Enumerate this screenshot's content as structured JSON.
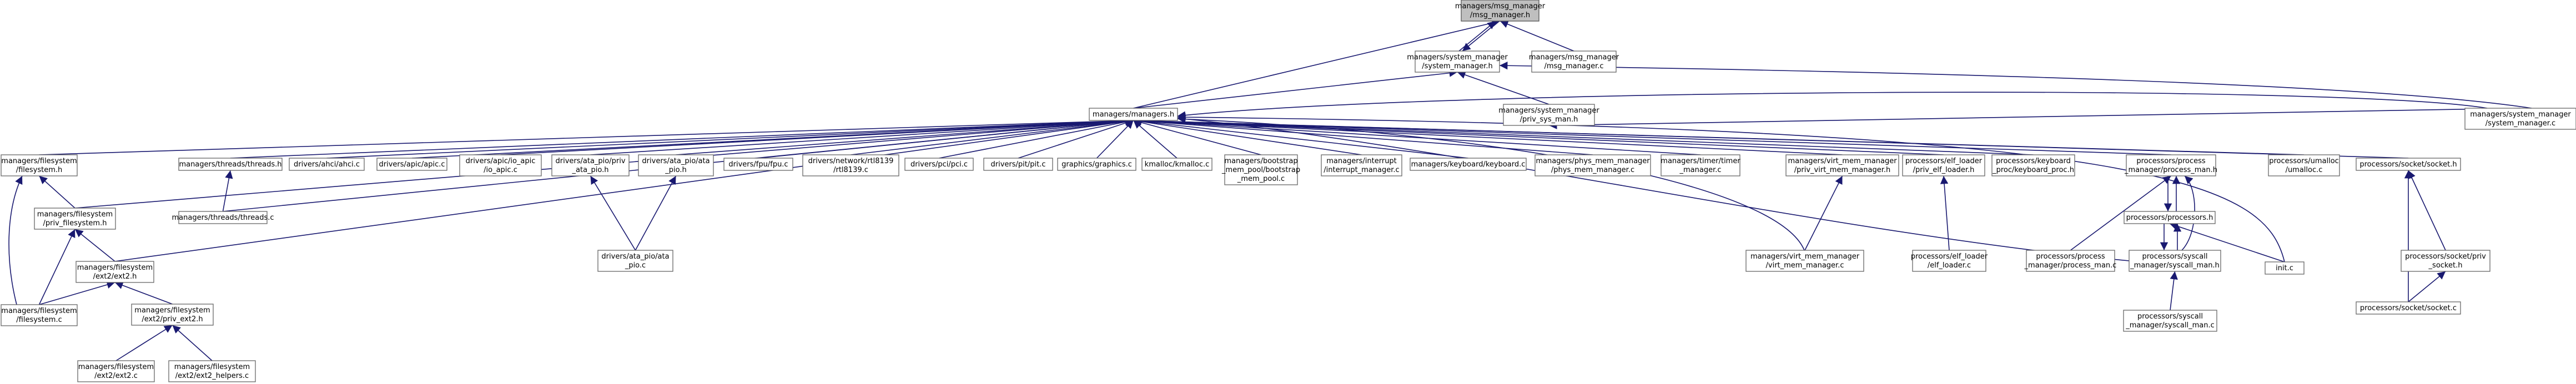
{
  "diagram": {
    "nodes": [
      {
        "id": "mm_h",
        "lines": [
          "managers/msg_manager",
          "/msg_manager.h"
        ],
        "root": true
      },
      {
        "id": "sm_h",
        "lines": [
          "managers/system_manager",
          "/system_manager.h"
        ]
      },
      {
        "id": "mm_c",
        "lines": [
          "managers/msg_manager",
          "/msg_manager.c"
        ]
      },
      {
        "id": "psm_h",
        "lines": [
          "managers/system_manager",
          "/priv_sys_man.h"
        ]
      },
      {
        "id": "mgr_h",
        "lines": [
          "managers/managers.h"
        ]
      },
      {
        "id": "sm_c",
        "lines": [
          "managers/system_manager",
          "/system_manager.c"
        ]
      },
      {
        "id": "fs_h",
        "lines": [
          "managers/filesystem",
          "/filesystem.h"
        ]
      },
      {
        "id": "thr_h",
        "lines": [
          "managers/threads/threads.h"
        ]
      },
      {
        "id": "ahci",
        "lines": [
          "drivers/ahci/ahci.c"
        ]
      },
      {
        "id": "apic",
        "lines": [
          "drivers/apic/apic.c"
        ]
      },
      {
        "id": "ioapic",
        "lines": [
          "drivers/apic/io_apic",
          "/io_apic.c"
        ]
      },
      {
        "id": "ata_priv",
        "lines": [
          "drivers/ata_pio/priv",
          "_ata_pio.h"
        ]
      },
      {
        "id": "ata_h",
        "lines": [
          "drivers/ata_pio/ata",
          "_pio.h"
        ]
      },
      {
        "id": "fpu",
        "lines": [
          "drivers/fpu/fpu.c"
        ]
      },
      {
        "id": "rtl",
        "lines": [
          "drivers/network/rtl8139",
          "/rtl8139.c"
        ]
      },
      {
        "id": "pci",
        "lines": [
          "drivers/pci/pci.c"
        ]
      },
      {
        "id": "pit",
        "lines": [
          "drivers/pit/pit.c"
        ]
      },
      {
        "id": "gfx",
        "lines": [
          "graphics/graphics.c"
        ]
      },
      {
        "id": "kmalloc",
        "lines": [
          "kmalloc/kmalloc.c"
        ]
      },
      {
        "id": "bootstrap",
        "lines": [
          "managers/bootstrap",
          "_mem_pool/bootstrap",
          "_mem_pool.c"
        ]
      },
      {
        "id": "intr",
        "lines": [
          "managers/interrupt",
          "/interrupt_manager.c"
        ]
      },
      {
        "id": "kbd",
        "lines": [
          "managers/keyboard/keyboard.c"
        ]
      },
      {
        "id": "phys",
        "lines": [
          "managers/phys_mem_manager",
          "/phys_mem_manager.c"
        ]
      },
      {
        "id": "timer",
        "lines": [
          "managers/timer/timer",
          "_manager.c"
        ]
      },
      {
        "id": "virt_priv",
        "lines": [
          "managers/virt_mem_manager",
          "/priv_virt_mem_manager.h"
        ]
      },
      {
        "id": "elf_priv",
        "lines": [
          "processors/elf_loader",
          "/priv_elf_loader.h"
        ]
      },
      {
        "id": "kbdproc",
        "lines": [
          "processors/keyboard",
          "_proc/keyboard_proc.h"
        ]
      },
      {
        "id": "pm_h",
        "lines": [
          "processors/process",
          "_manager/process_man.h"
        ]
      },
      {
        "id": "umalloc",
        "lines": [
          "processors/umalloc",
          "/umalloc.c"
        ]
      },
      {
        "id": "sock_h",
        "lines": [
          "processors/socket/socket.h"
        ]
      },
      {
        "id": "pfs_h",
        "lines": [
          "managers/filesystem",
          "/priv_filesystem.h"
        ]
      },
      {
        "id": "thr_c",
        "lines": [
          "managers/threads/threads.c"
        ]
      },
      {
        "id": "ata_c",
        "lines": [
          "drivers/ata_pio/ata",
          "_pio.c"
        ]
      },
      {
        "id": "virt_c",
        "lines": [
          "managers/virt_mem_manager",
          "/virt_mem_manager.c"
        ]
      },
      {
        "id": "elf_c",
        "lines": [
          "processors/elf_loader",
          "/elf_loader.c"
        ]
      },
      {
        "id": "pm_c",
        "lines": [
          "processors/process",
          "_manager/process_man.c"
        ]
      },
      {
        "id": "proc_h",
        "lines": [
          "processors/processors.h"
        ]
      },
      {
        "id": "init",
        "lines": [
          "init.c"
        ]
      },
      {
        "id": "psock_h",
        "lines": [
          "processors/socket/priv",
          "_socket.h"
        ]
      },
      {
        "id": "ext2_h",
        "lines": [
          "managers/filesystem",
          "/ext2/ext2.h"
        ]
      },
      {
        "id": "sys_h",
        "lines": [
          "processors/syscall",
          "_manager/syscall_man.h"
        ]
      },
      {
        "id": "sock_c",
        "lines": [
          "processors/socket/socket.c"
        ]
      },
      {
        "id": "fs_c",
        "lines": [
          "managers/filesystem",
          "/filesystem.c"
        ]
      },
      {
        "id": "pext2_h",
        "lines": [
          "managers/filesystem",
          "/ext2/priv_ext2.h"
        ]
      },
      {
        "id": "sys_c",
        "lines": [
          "processors/syscall",
          "_manager/syscall_man.c"
        ]
      },
      {
        "id": "ext2_c",
        "lines": [
          "managers/filesystem",
          "/ext2/ext2.c"
        ]
      },
      {
        "id": "ext2h_c",
        "lines": [
          "managers/filesystem",
          "/ext2/ext2_helpers.c"
        ]
      }
    ],
    "edges": [
      [
        "sm_h",
        "mm_h"
      ],
      [
        "mm_h",
        "sm_h"
      ],
      [
        "mm_c",
        "mm_h"
      ],
      [
        "mgr_h",
        "mm_h"
      ],
      [
        "mgr_h",
        "sm_h"
      ],
      [
        "psm_h",
        "sm_h"
      ],
      [
        "sm_c",
        "sm_h"
      ],
      [
        "sm_c",
        "psm_h"
      ],
      [
        "fs_h",
        "mgr_h"
      ],
      [
        "thr_h",
        "mgr_h"
      ],
      [
        "ahci",
        "mgr_h"
      ],
      [
        "apic",
        "mgr_h"
      ],
      [
        "ioapic",
        "mgr_h"
      ],
      [
        "ata_priv",
        "mgr_h"
      ],
      [
        "ata_h",
        "mgr_h"
      ],
      [
        "fpu",
        "mgr_h"
      ],
      [
        "rtl",
        "mgr_h"
      ],
      [
        "pci",
        "mgr_h"
      ],
      [
        "pit",
        "mgr_h"
      ],
      [
        "gfx",
        "mgr_h"
      ],
      [
        "kmalloc",
        "mgr_h"
      ],
      [
        "bootstrap",
        "mgr_h"
      ],
      [
        "intr",
        "mgr_h"
      ],
      [
        "kbd",
        "mgr_h"
      ],
      [
        "phys",
        "mgr_h"
      ],
      [
        "timer",
        "mgr_h"
      ],
      [
        "virt_priv",
        "mgr_h"
      ],
      [
        "elf_priv",
        "mgr_h"
      ],
      [
        "kbdproc",
        "mgr_h"
      ],
      [
        "pm_h",
        "mgr_h"
      ],
      [
        "umalloc",
        "mgr_h"
      ],
      [
        "sock_h",
        "mgr_h"
      ],
      [
        "sm_c",
        "mgr_h"
      ],
      [
        "pfs_h",
        "mgr_h"
      ],
      [
        "thr_c",
        "mgr_h"
      ],
      [
        "virt_c",
        "mgr_h"
      ],
      [
        "init",
        "mgr_h"
      ],
      [
        "ext2_h",
        "mgr_h"
      ],
      [
        "sys_h",
        "mgr_h"
      ],
      [
        "pfs_h",
        "fs_h"
      ],
      [
        "fs_c",
        "fs_h"
      ],
      [
        "thr_c",
        "thr_h"
      ],
      [
        "ata_c",
        "ata_priv"
      ],
      [
        "ata_c",
        "ata_h"
      ],
      [
        "virt_c",
        "virt_priv"
      ],
      [
        "elf_c",
        "elf_priv"
      ],
      [
        "pm_c",
        "pm_h"
      ],
      [
        "proc_h",
        "pm_h"
      ],
      [
        "sys_h",
        "pm_h"
      ],
      [
        "pm_h",
        "proc_h"
      ],
      [
        "sys_h",
        "proc_h"
      ],
      [
        "init",
        "proc_h"
      ],
      [
        "proc_h",
        "sys_h"
      ],
      [
        "psock_h",
        "sock_h"
      ],
      [
        "sock_c",
        "sock_h"
      ],
      [
        "sock_c",
        "psock_h"
      ],
      [
        "fs_c",
        "pfs_h"
      ],
      [
        "ext2_h",
        "pfs_h"
      ],
      [
        "fs_c",
        "ext2_h"
      ],
      [
        "pext2_h",
        "ext2_h"
      ],
      [
        "sys_c",
        "sys_h"
      ],
      [
        "ext2_c",
        "pext2_h"
      ],
      [
        "ext2h_c",
        "pext2_h"
      ]
    ]
  }
}
